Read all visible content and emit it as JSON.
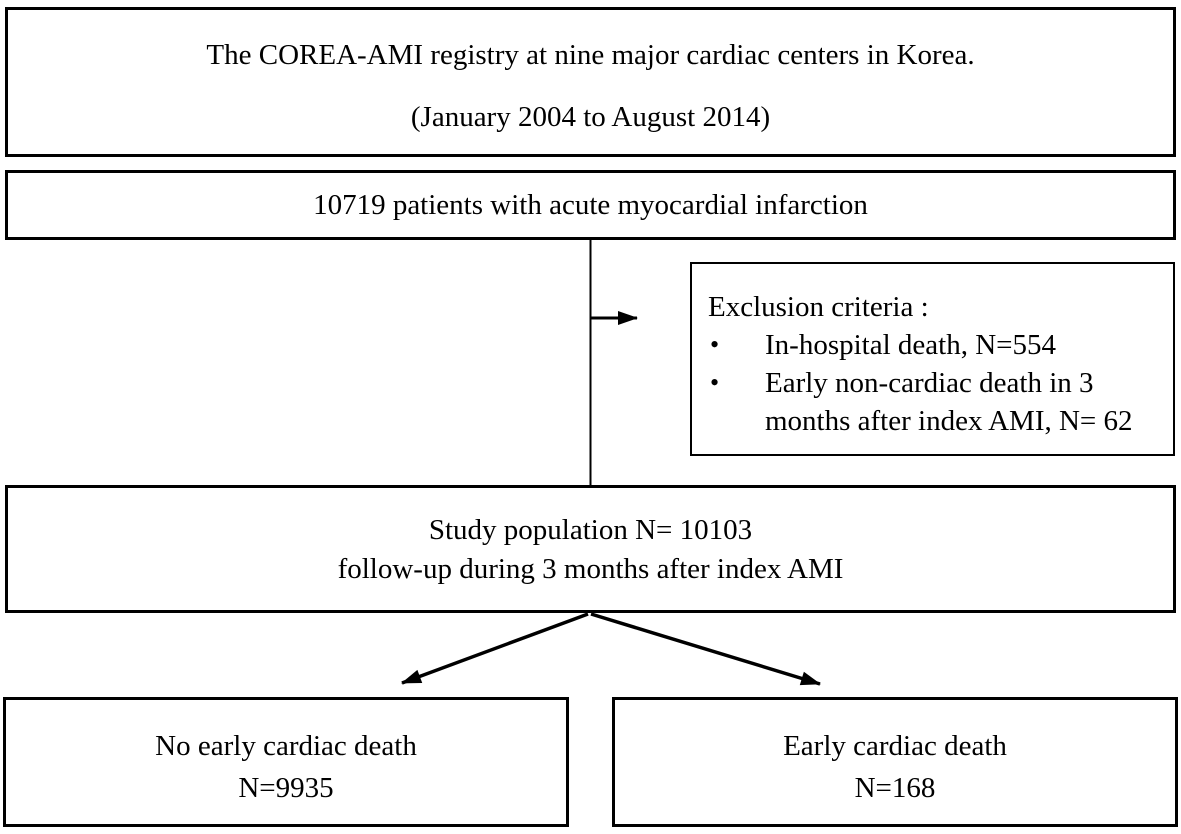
{
  "figure": {
    "registry_box": {
      "line1": "The COREA-AMI registry at nine major cardiac centers in Korea.",
      "line2": "(January 2004 to August 2014)"
    },
    "patients_box": {
      "text": "10719 patients with acute myocardial infarction"
    },
    "exclusion_box": {
      "title": "Exclusion criteria :",
      "bullet": "•",
      "items": [
        "In-hospital death, N=554",
        "Early non-cardiac death in 3 months after index AMI, N= 62"
      ]
    },
    "study_box": {
      "line1": "Study population N= 10103",
      "line2": "follow-up during 3 months after index AMI"
    },
    "outcome_left_box": {
      "line1": "No early cardiac death",
      "line2": "N=9935"
    },
    "outcome_right_box": {
      "line1": "Early cardiac death",
      "line2": "N=168"
    },
    "colors": {
      "line": "#000000",
      "background": "#ffffff",
      "text": "#000000"
    }
  }
}
